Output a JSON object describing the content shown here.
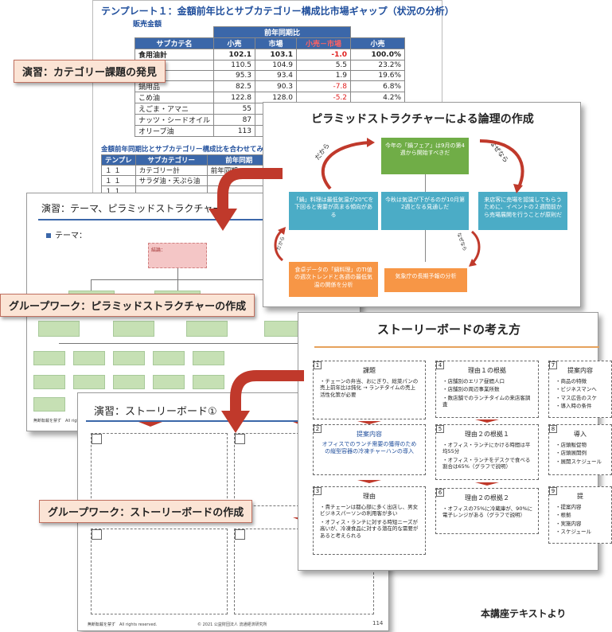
{
  "slide1": {
    "title": "テンプレート１：金額前年比とサブカテゴリー構成比市場ギャップ（状況の分析）",
    "subtitle": "販売金額",
    "header_group": "前年同期比",
    "headers": [
      "サブカテ名",
      "小売",
      "市場",
      "小売－市場",
      "小売"
    ],
    "rows": [
      {
        "name": "食用油計",
        "v": [
          "102.1",
          "103.1",
          "-1.0",
          "100.0%"
        ],
        "neg": true,
        "bold": true
      },
      {
        "name": "",
        "v": [
          "110.5",
          "104.9",
          "5.5",
          "23.2%"
        ],
        "neg": false
      },
      {
        "name": "",
        "v": [
          "95.3",
          "93.4",
          "1.9",
          "19.6%"
        ],
        "neg": false
      },
      {
        "name": "鍋用品",
        "v": [
          "82.5",
          "90.3",
          "-7.8",
          "6.8%"
        ],
        "neg": true
      },
      {
        "name": "こめ油",
        "v": [
          "122.8",
          "128.0",
          "-5.2",
          "4.2%"
        ],
        "neg": true
      },
      {
        "name": "えごま・アマニ",
        "v": [
          "55",
          "",
          "",
          ""
        ],
        "neg": false
      },
      {
        "name": "ナッツ・シードオイル",
        "v": [
          "87",
          "",
          "",
          ""
        ],
        "neg": false
      },
      {
        "name": "オリーブ油",
        "v": [
          "113",
          "",
          "",
          ""
        ],
        "neg": false
      }
    ],
    "title2": "金額前年同期比とサブカテゴリー構成比を合わせてみる",
    "small_headers": [
      "テンプレ",
      "サブカテゴリー",
      "前年同期"
    ],
    "small_rows": [
      [
        "１ １",
        "カテゴリー計",
        "前年同期"
      ],
      [
        "１ １",
        "サラダ油・天ぷら油",
        ""
      ],
      [
        "１ １",
        "",
        ""
      ]
    ]
  },
  "labels": {
    "category": "演習：カテゴリー課題の発見",
    "pyramid_group": "グループワーク：ピラミッドストラクチャーの作成",
    "story_group": "グループワーク：ストーリーボードの作成"
  },
  "slide2": {
    "title": "ピラミッドストラクチャーによる論理の作成",
    "top": "今年の「鍋フェア」は9月の第4週から開始すべきだ",
    "left": "「鍋」料理は最低気温が20℃を下回ると需要が高まる傾向がある",
    "center": "今秋は気温が下がるのが10月第2週となる見通しだ",
    "right": "来店客に売場を認識してもらうために、イベントの２週間前から売場展開を行うことが原則だ",
    "bottom_left": "食卓データの「鍋料理」のTI値の週次トレンドと各週の最低気温の関係を分析",
    "bottom_center": "気象庁の長期予報の分析",
    "because_left": "だから",
    "because_right": "なぜなら",
    "because_low_left": "だから",
    "because_low_right": "なぜなら"
  },
  "slide3": {
    "title": "演習：テーマ、ピラミッドストラクチャー",
    "bullet": "テーマ：",
    "pink_label": "結論：",
    "footer": "無断転載を禁ず　All rights reserved."
  },
  "slide4": {
    "title": "ストーリーボードの考え方",
    "box1_num": "1",
    "box1_head": "課題",
    "box1_items": [
      "チェーンの弁当、おにぎり、総菜パンの売上前年比は鈍化 → ランチタイムの売上活性化策が必要"
    ],
    "box2_num": "2",
    "box2_head": "提案内容",
    "box2_text": "オフィスでのランチ需要の獲得のための縦型容器の冷凍チャーハンの導入",
    "box3_num": "3",
    "box3_head": "理由",
    "box3_items": [
      "貴チェーンは都心部に多く出店し、男女ビジネスパーソンの利用客が多い",
      "オフィス・ランチに対する時短ニーズが高いが、冷凍食品に対する潜在的な需要があると考えられる"
    ],
    "box4_num": "4",
    "box4_head": "理由１の根拠",
    "box4_items": [
      "店舗別のエリア昼間人口",
      "店舗別の周辺事業所数",
      "数店舗でのランチタイムの来店客調査"
    ],
    "box5_num": "5",
    "box5_head": "理由２の根拠１",
    "box5_items": [
      "オフィス・ランチにかける時間は平均55分",
      "オフィス・ランチをデスクで食べる割合は65%（グラフで説明）"
    ],
    "box6_num": "6",
    "box6_head": "理由２の根拠２",
    "box6_items": [
      "オフィスの75%に冷蔵庫が、90%に電子レンジがある（グラフで説明）"
    ],
    "box7_num": "7",
    "box7_head": "提案内容",
    "box7_items": [
      "商品の特徴",
      "ビジネスマンへ",
      "マス広告のスケ",
      "導入時の条件"
    ],
    "box8_num": "8",
    "box8_head": "導入",
    "box8_items": [
      "店頭販促物",
      "店頭展開例",
      "展開スケジュール"
    ],
    "box9_num": "9",
    "box9_head": "提",
    "box9_items": [
      "提案内容",
      "根拠",
      "実施内容",
      "スケジュール"
    ]
  },
  "slide5": {
    "title": "演習：ストーリーボード①",
    "footer": "無断転載を禁ず　All rights reserved.",
    "copyright": "© 2021 公益財団法人 流通経済研究所",
    "page": "114"
  },
  "caption": "本講座テキストより",
  "colors": {
    "green": "#70ad47",
    "blue": "#4bacc6",
    "orange": "#f79646",
    "red_arrow": "#c0392b",
    "table_header": "#3b67a9"
  }
}
